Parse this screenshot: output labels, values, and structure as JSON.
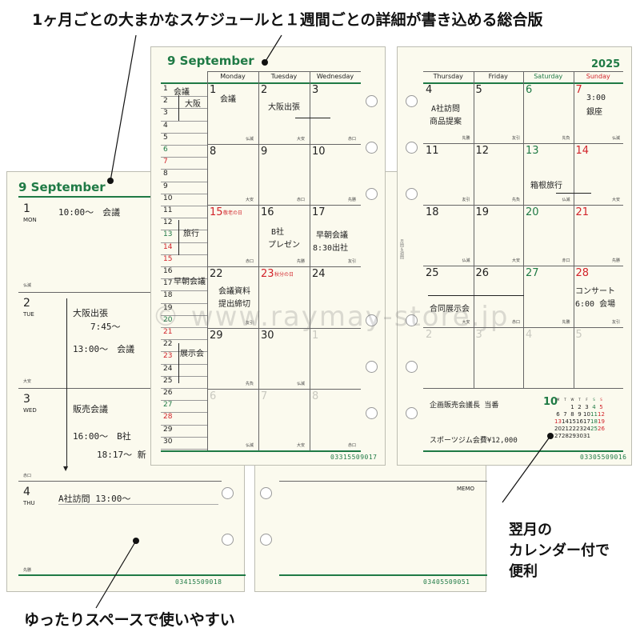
{
  "captions": {
    "top": "1ヶ月ごとの大まかなスケジュールと１週間ごとの詳細が書き込める総合版",
    "right": [
      "翌月の",
      "カレンダー付で",
      "便利"
    ],
    "bottom": "ゆったりスペースで使いやすい"
  },
  "watermark": "© www.raymay-store.jp",
  "back_left": {
    "title": "9 September",
    "days": [
      {
        "num": "1",
        "dow": "MON",
        "rokuyo": "仏滅"
      },
      {
        "num": "2",
        "dow": "TUE",
        "rokuyo": "大安"
      },
      {
        "num": "3",
        "dow": "WED",
        "rokuyo": "赤口"
      },
      {
        "num": "4",
        "dow": "THU",
        "rokuyo": "先勝"
      }
    ],
    "notes": {
      "d1": "10:00〜　会議",
      "d2a": "大阪出張",
      "d2b": "7:45〜",
      "d2c": "13:00〜　会議",
      "d3a": "販売会議",
      "d3b": "16:00〜　B社",
      "d3c": "18:17〜 新",
      "d4": "A社訪問 13:00〜"
    },
    "barcode": "03415509018"
  },
  "back_right": {
    "memo": "MEMO",
    "barcode": "03405509051"
  },
  "front_left": {
    "title": "9 September",
    "headers": [
      "Monday",
      "Tuesday",
      "Wednesday"
    ],
    "list": [
      "1",
      "2",
      "3",
      "4",
      "5",
      "6",
      "7",
      "8",
      "9",
      "10",
      "11",
      "12",
      "13",
      "14",
      "15",
      "16",
      "17",
      "18",
      "19",
      "20",
      "21",
      "22",
      "23",
      "24",
      "25",
      "26",
      "27",
      "28",
      "29",
      "30"
    ],
    "list_notes": {
      "n1": "会議",
      "n2": "大阪",
      "n13": "旅行",
      "n17": "早朝会議",
      "n25": "展示会"
    },
    "cells": [
      [
        "1",
        "2",
        "3"
      ],
      [
        "8",
        "9",
        "10"
      ],
      [
        "15",
        "16",
        "17"
      ],
      [
        "22",
        "23",
        "24"
      ],
      [
        "29",
        "30",
        "1"
      ],
      [
        "6",
        "7",
        "8"
      ]
    ],
    "holidays": {
      "h15": "敬老の日",
      "h23": "秋分の日"
    },
    "rokuyo": [
      [
        "仏滅",
        "大安",
        "赤口"
      ],
      [
        "大安",
        "赤口",
        "先勝"
      ],
      [
        "赤口",
        "先勝",
        "友引"
      ],
      [
        "友引",
        "",
        ""
      ],
      [
        "先負",
        "仏滅",
        ""
      ],
      [
        "仏滅",
        "大安",
        "赤口"
      ]
    ],
    "notes": {
      "c1": "会議",
      "c2": "大阪出張",
      "c16a": "B社",
      "c16b": "プレゼン",
      "c17a": "早朝会議",
      "c17b": "8:30出社",
      "c22a": "会議資料",
      "c22b": "提出締切"
    },
    "barcode": "03315509017"
  },
  "front_right": {
    "year": "2025",
    "headers": [
      "Thursday",
      "Friday",
      "Saturday",
      "Sunday"
    ],
    "cells": [
      [
        "4",
        "5",
        "6",
        "7"
      ],
      [
        "11",
        "12",
        "13",
        "14"
      ],
      [
        "18",
        "19",
        "20",
        "21"
      ],
      [
        "25",
        "26",
        "27",
        "28"
      ],
      [
        "2",
        "3",
        "4",
        "5"
      ]
    ],
    "rokuyo": [
      [
        "先勝",
        "友引",
        "先負",
        "仏滅"
      ],
      [
        "友引",
        "先負",
        "仏滅",
        "大安"
      ],
      [
        "仏滅",
        "大安",
        "赤口",
        "先勝"
      ],
      [
        "大安",
        "赤口",
        "先勝",
        "友引"
      ],
      [
        "",
        "",
        "",
        ""
      ]
    ],
    "side_label": "月間＆週間",
    "notes": {
      "c4a": "A社訪問",
      "c4b": "商品提案",
      "c7a": "3:00",
      "c7b": "銀座",
      "c13": "箱根旅行",
      "c25": "合同展示会",
      "c28a": "コンサート",
      "c28b": "6:00 会場",
      "memo1": "企画販売会議長 当番",
      "memo2": "スポーツジム会費¥12,000"
    },
    "mini_cal": {
      "month": "10",
      "dow": [
        "M",
        "T",
        "W",
        "T",
        "F",
        "S",
        "S"
      ],
      "rows": [
        [
          "",
          "",
          "1",
          "2",
          "3",
          "4",
          "5"
        ],
        [
          "6",
          "7",
          "8",
          "9",
          "10",
          "11",
          "12"
        ],
        [
          "13",
          "14",
          "15",
          "16",
          "17",
          "18",
          "19"
        ],
        [
          "20",
          "21",
          "22",
          "23",
          "24",
          "25",
          "26"
        ],
        [
          "27",
          "28",
          "29",
          "30",
          "31",
          "",
          ""
        ]
      ]
    },
    "barcode": "03305509016"
  },
  "colors": {
    "accent": "#1f7a45",
    "holiday": "#d2232a",
    "paper": "#fbfaee"
  }
}
